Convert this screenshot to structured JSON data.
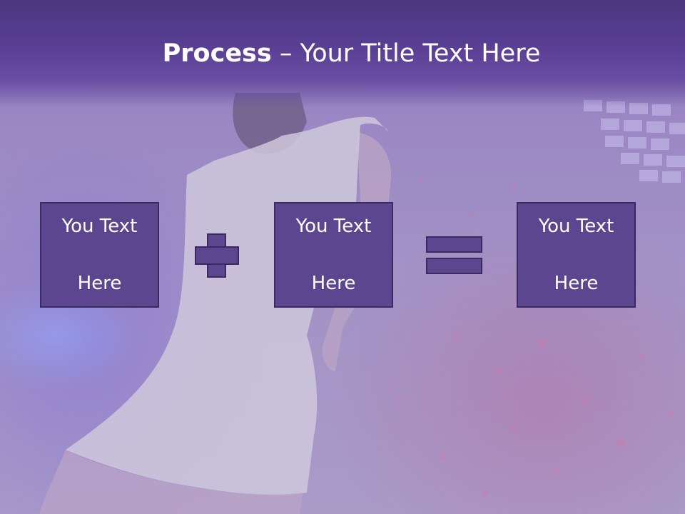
{
  "slide": {
    "title_bold": "Process",
    "title_rest": " – Your Title Text Here"
  },
  "process": {
    "boxes": [
      {
        "line1": "You Text",
        "line2": "Here"
      },
      {
        "line1": "You Text",
        "line2": "Here"
      },
      {
        "line1": "You Text",
        "line2": "Here"
      }
    ],
    "operator_1": "plus",
    "operator_2": "equals"
  },
  "colors": {
    "header": "#5a3f95",
    "box_fill": "#5c4690",
    "box_border": "#3a2a62",
    "text": "#ffffff"
  }
}
